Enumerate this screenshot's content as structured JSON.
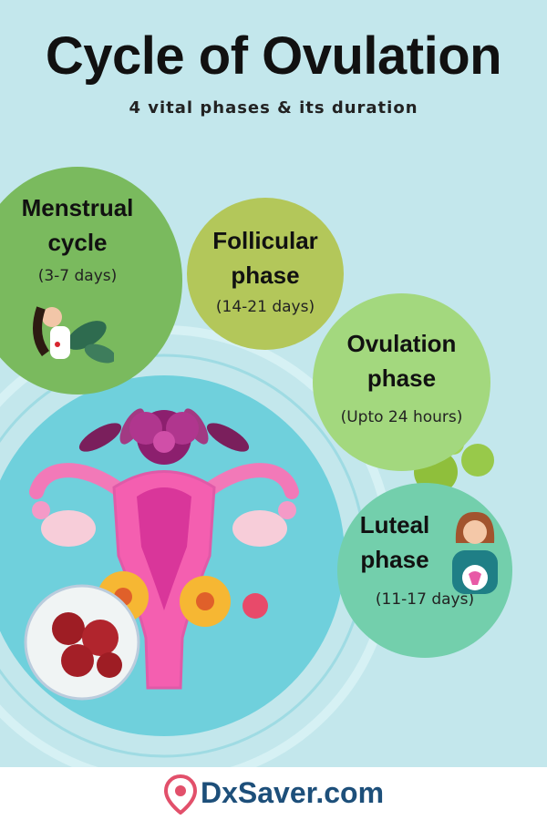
{
  "header": {
    "title": "Cycle of Ovulation",
    "subtitle": "4 vital phases & its duration"
  },
  "phases": [
    {
      "name_line1": "Menstrual",
      "name_line2": "cycle",
      "duration": "(3-7 days)",
      "color": "#7aba5e"
    },
    {
      "name_line1": "Follicular",
      "name_line2": "phase",
      "duration": "(14-21 days)",
      "color": "#b3c75a"
    },
    {
      "name_line1": "Ovulation",
      "name_line2": "phase",
      "duration": "(Upto 24 hours)",
      "color": "#a3d87e"
    },
    {
      "name_line1": "Luteal",
      "name_line2": "phase",
      "duration": "(11-17 days)",
      "color": "#73cfac"
    }
  ],
  "footer": {
    "brand": "DxSaver.com",
    "brand_color": "#1d4f7a",
    "pin_color": "#e2506b"
  },
  "colors": {
    "background": "#c3e7ec",
    "uterus_pink": "#ef5ba8",
    "disc_teal": "#6fd0dc"
  }
}
